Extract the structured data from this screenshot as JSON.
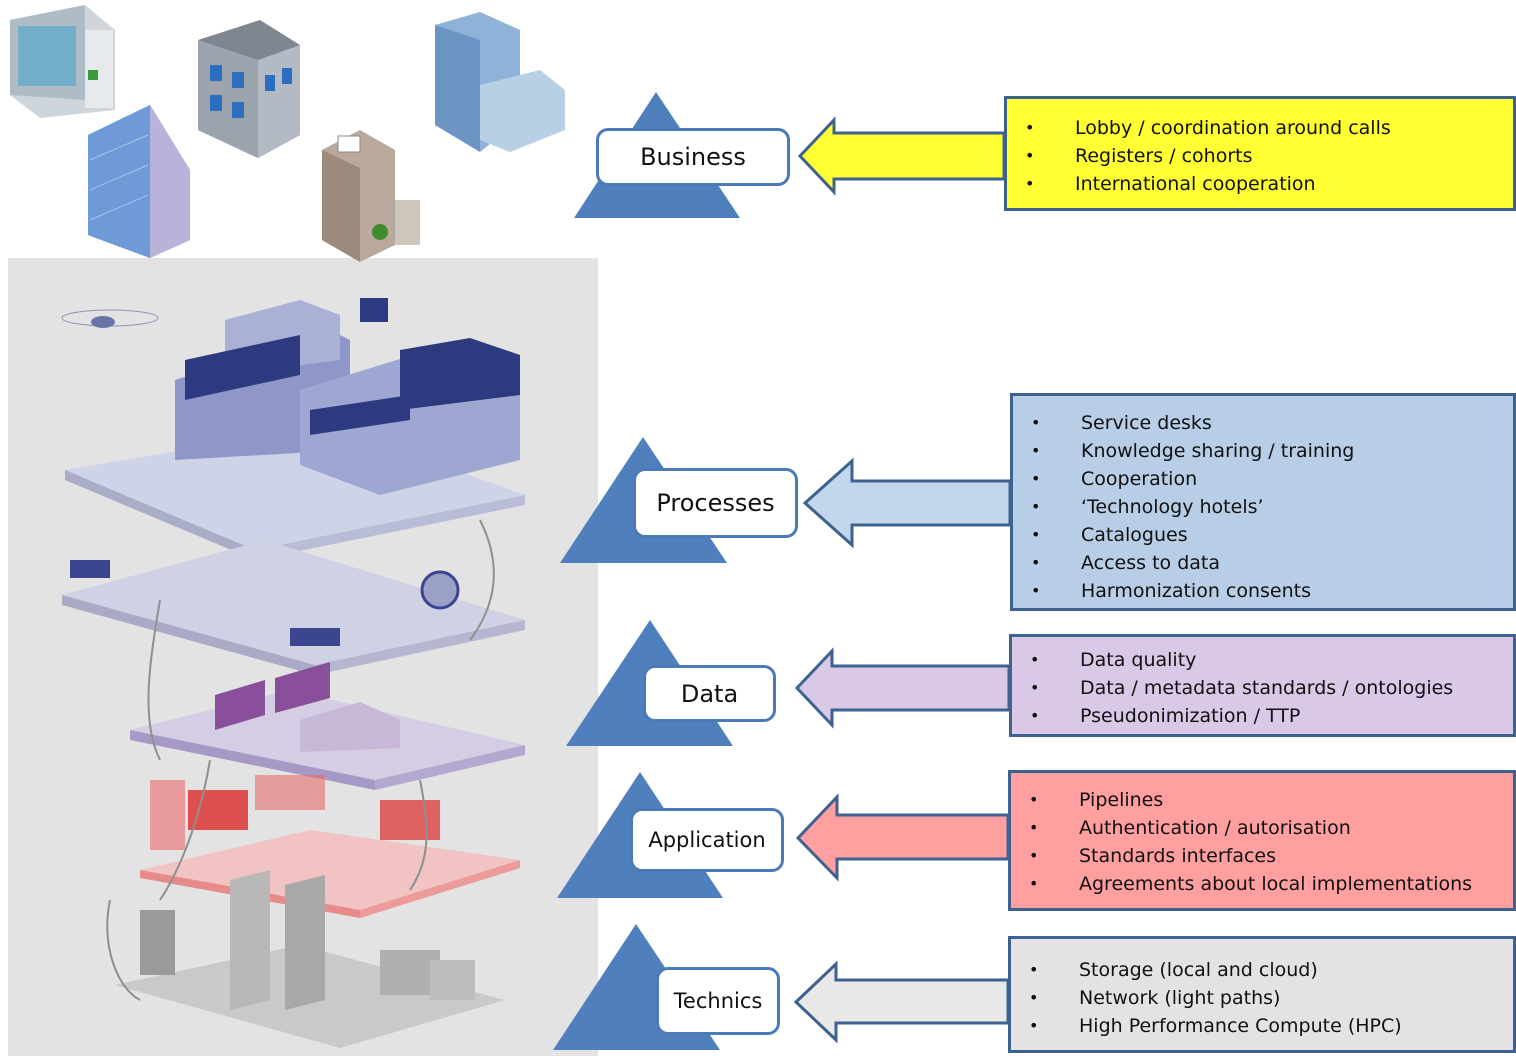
{
  "layers": [
    {
      "id": "business",
      "label": "Business",
      "box_color": "#ffff33",
      "arrow_color": "#ffff33",
      "items": [
        "Lobby / coordination around calls",
        "Registers / cohorts",
        "International cooperation"
      ]
    },
    {
      "id": "processes",
      "label": "Processes",
      "box_color": "#b8cde6",
      "arrow_color": "#c2d6ec",
      "items": [
        "Service desks",
        "Knowledge sharing / training",
        "Cooperation",
        "‘Technology hotels’",
        "Catalogues",
        "Access to data",
        "Harmonization consents"
      ]
    },
    {
      "id": "data",
      "label": "Data",
      "box_color": "#d9c8e6",
      "arrow_color": "#d9c8e6",
      "items": [
        "Data quality",
        "Data / metadata standards / ontologies",
        "Pseudonimization / TTP"
      ]
    },
    {
      "id": "application",
      "label": "Application",
      "box_color": "#ff9f9f",
      "arrow_color": "#ff9f9f",
      "items": [
        "Pipelines",
        "Authentication / autorisation",
        "Standards interfaces",
        "Agreements about local implementations"
      ]
    },
    {
      "id": "technics",
      "label": "Technics",
      "box_color": "#e3e3e3",
      "arrow_color": "#e8e8e8",
      "items": [
        "Storage (local and cloud)",
        "Network (light paths)",
        "High Performance Compute (HPC)"
      ]
    }
  ],
  "bullet": "•",
  "colors": {
    "triangle": "#4f7fbd",
    "label_border": "#4a7ab8",
    "box_border": "#3d6290"
  }
}
